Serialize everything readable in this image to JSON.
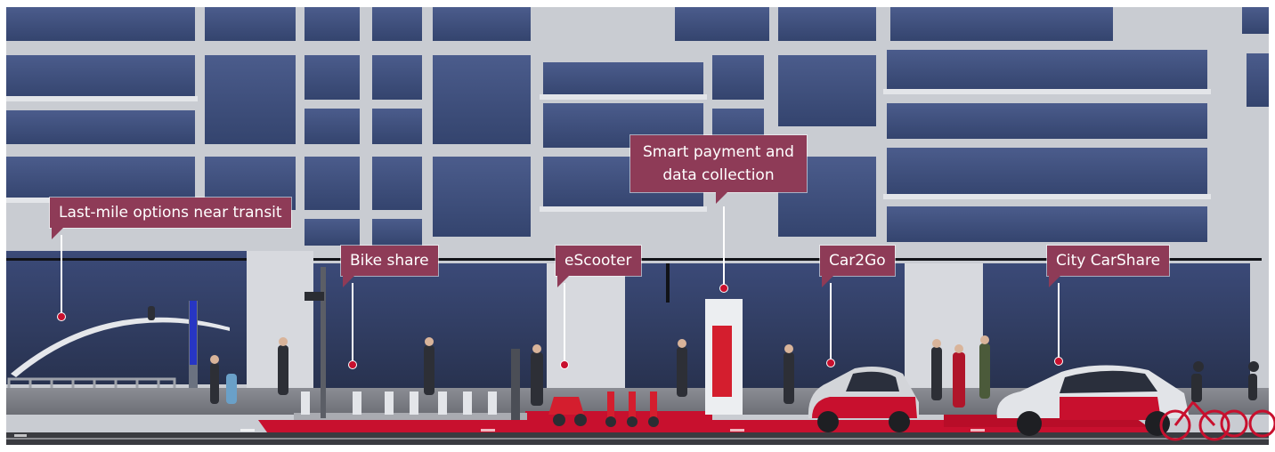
{
  "callouts": {
    "last_mile": "Last-mile options near transit",
    "bike_share": "Bike share",
    "escooter": "eScooter",
    "smart_payment_line1": "Smart payment and",
    "smart_payment_line2": "data collection",
    "car2go": "Car2Go",
    "city_carshare": "City CarShare"
  },
  "colors": {
    "callout_fill": "#8e3b57",
    "accent_red": "#c8102e",
    "window_blue": "#3d4f7d",
    "facade_grey": "#c9ccd2",
    "road": "#3a3b40"
  }
}
